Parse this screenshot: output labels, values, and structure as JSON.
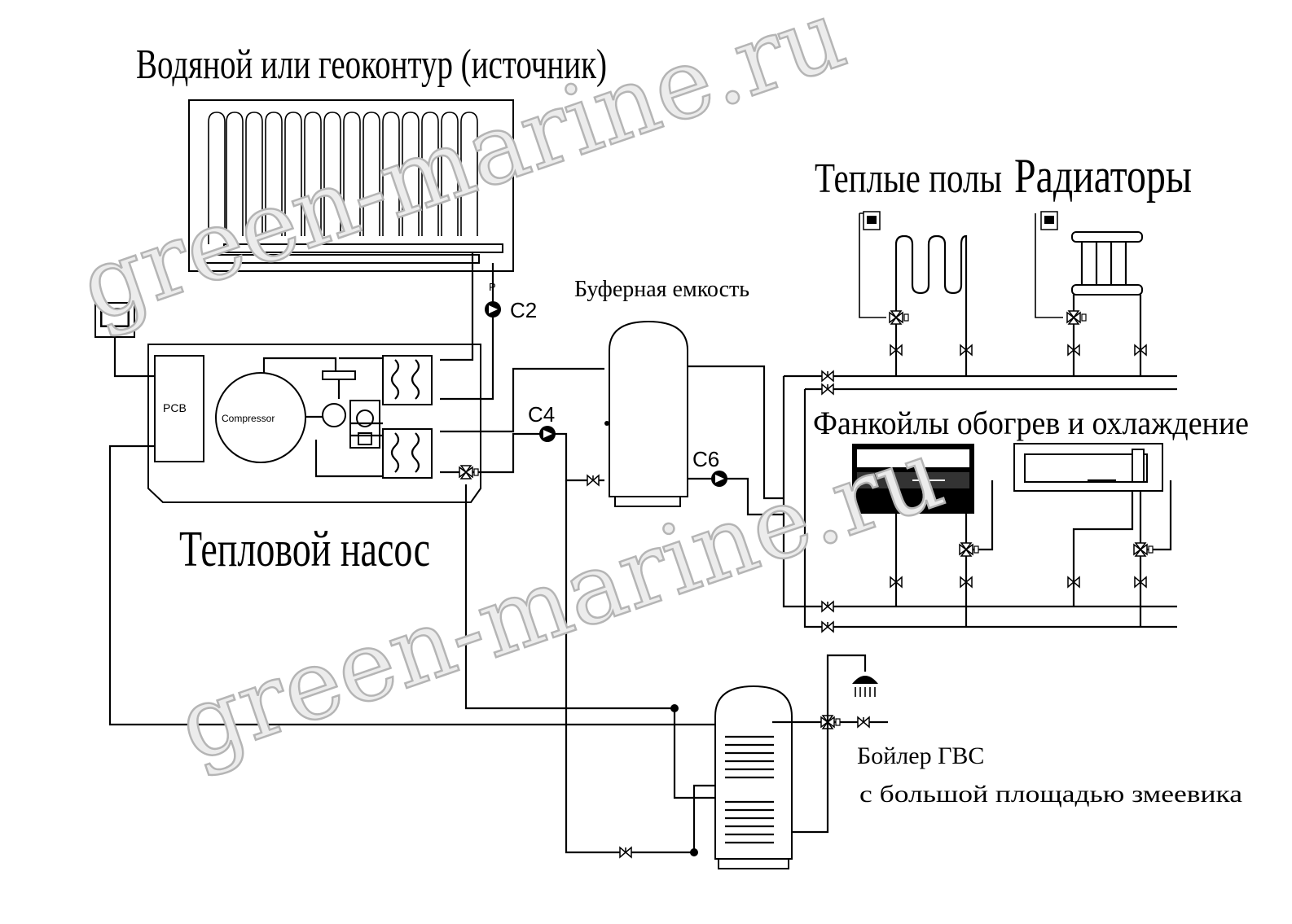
{
  "labels": {
    "source": "Водяной или геоконтур (источник)",
    "heat_pump": "Тепловой насос",
    "buffer": "Буферная емкость",
    "warm_floors": "Теплые полы",
    "radiators": "Радиаторы",
    "fancoils": "Фанкойлы обогрев и охлаждение",
    "boiler_line1": "Бойлер ГВС",
    "boiler_line2": "с большой площадью змеевика"
  },
  "components": {
    "pcb": "PCB",
    "compressor": "Compressor",
    "pumps": [
      "C2",
      "C4",
      "C6"
    ]
  },
  "watermark": {
    "text": "green-marine.ru"
  },
  "icons": [
    "thermostat-icon",
    "controller-screen-icon",
    "shower-head-icon",
    "three-way-valve-icon",
    "ball-valve-icon",
    "circulation-pump-icon"
  ]
}
